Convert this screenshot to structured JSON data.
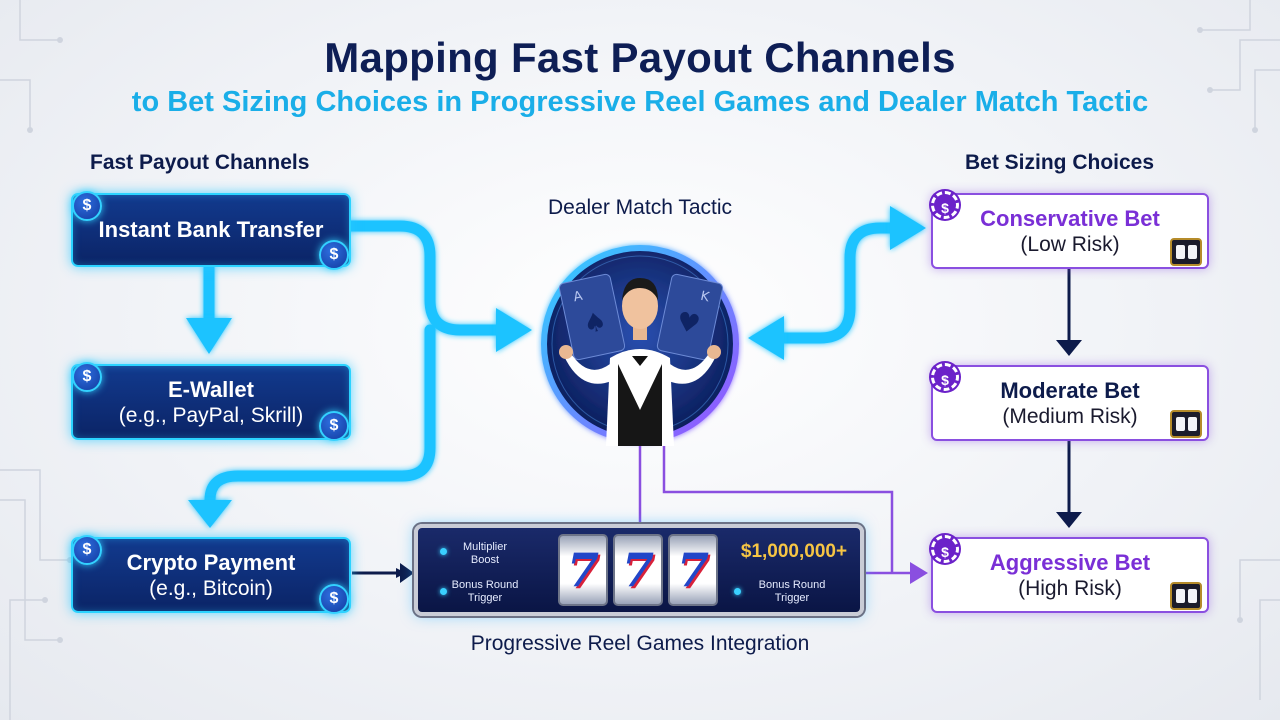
{
  "title": "Mapping Fast Payout Channels",
  "subtitle": "to Bet Sizing Choices in Progressive Reel Games and Dealer Match Tactic",
  "left_column": {
    "label": "Fast Payout Channels",
    "channels": [
      {
        "line1": "Instant Bank Transfer",
        "line2": "",
        "icon": "dollar-coin-icon"
      },
      {
        "line1": "E-Wallet",
        "line2": "(e.g., PayPal, Skrill)",
        "icon": "dollar-coin-icon"
      },
      {
        "line1": "Crypto Payment",
        "line2": "(e.g., Bitcoin)",
        "icon": "dollar-coin-icon"
      }
    ],
    "coin_symbol": "$"
  },
  "center": {
    "dealer_label": "Dealer Match Tactic",
    "reel_label": "Progressive Reel Games Integration",
    "slot": {
      "left_top": "Multiplier Boost",
      "left_bottom": "Bonus Round Trigger",
      "reels": [
        "7",
        "7",
        "7"
      ],
      "jackpot": "$1,000,000+",
      "right_bottom": "Bonus Round Trigger"
    }
  },
  "right_column": {
    "label": "Bet Sizing Choices",
    "bets": [
      {
        "title": "Conservative Bet",
        "risk": "(Low Risk)",
        "title_color": "#7a2fd6"
      },
      {
        "title": "Moderate Bet",
        "risk": "(Medium Risk)",
        "title_color": "#0d1b4b"
      },
      {
        "title": "Aggressive Bet",
        "risk": "(High Risk)",
        "title_color": "#7a2fd6"
      }
    ],
    "chip_symbol": "$"
  },
  "colors": {
    "navy": "#0e1e55",
    "cyan": "#1aaee8",
    "glow_cyan": "#2bd3ff",
    "purple": "#8a4fe0",
    "dark_arrow": "#0d1b4b"
  }
}
